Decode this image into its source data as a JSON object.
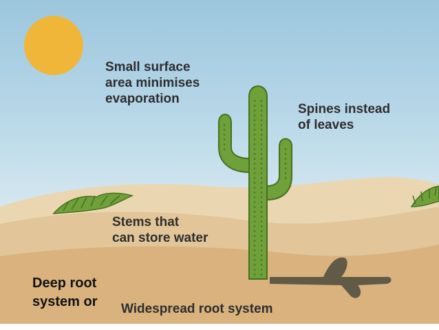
{
  "labels": {
    "surface_area": "Small surface\narea minimises\nevaporation",
    "spines": "Spines instead\nof leaves",
    "stems": "Stems that\ncan store water",
    "deep_root": "Deep root\nsystem or",
    "widespread_root": "Widespread root system"
  },
  "icons": {
    "sun": "sun-icon",
    "cactus": "cactus-icon",
    "shadow": "cactus-shadow-icon",
    "plant_left": "desert-plant-left-icon",
    "plant_right": "desert-plant-right-icon"
  },
  "colors": {
    "sky_top": "#9cc6dd",
    "sky_bottom": "#e3eef2",
    "sun": "#f0b63a",
    "sand_back": "#ead7b1",
    "sand_mid": "#e2c598",
    "sand_front": "#d9b27e",
    "cactus": "#6fa03a",
    "cactus_dark": "#46701f",
    "shadow": "#4a4a3c",
    "text": "#2e2e2e"
  }
}
